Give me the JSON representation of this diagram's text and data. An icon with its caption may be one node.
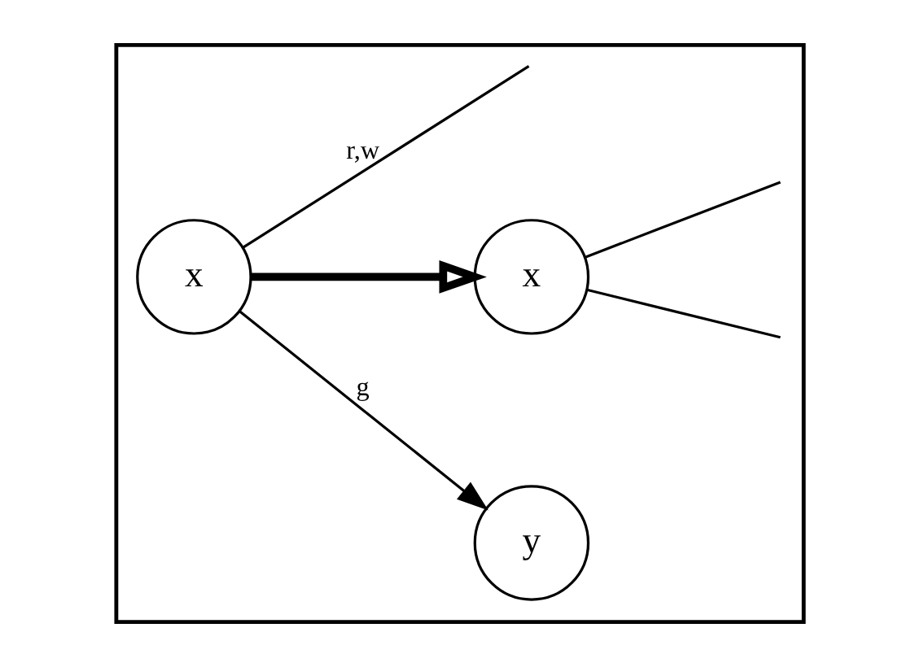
{
  "diagram": {
    "nodes": [
      {
        "text": [],
        "shape": "box"
      },
      {
        "text": [
          "x"
        ],
        "in": 0
      },
      {
        "text": [
          "y"
        ],
        "in": 0
      },
      {
        "text": [
          "x"
        ],
        "in": 0
      }
    ],
    "edges": [
      {
        "from": 1,
        "to": 2,
        "arrow": "to",
        "label": "g"
      },
      {
        "from": 1,
        "to": null,
        "arrow": "none",
        "label": "r,w"
      },
      {
        "from": 1,
        "to": 3,
        "arrow": "to",
        "style": "thick"
      },
      {
        "from": 3,
        "to": null,
        "arrow": "none"
      },
      {
        "from": 3,
        "to": null,
        "arrow": "none"
      }
    ]
  }
}
